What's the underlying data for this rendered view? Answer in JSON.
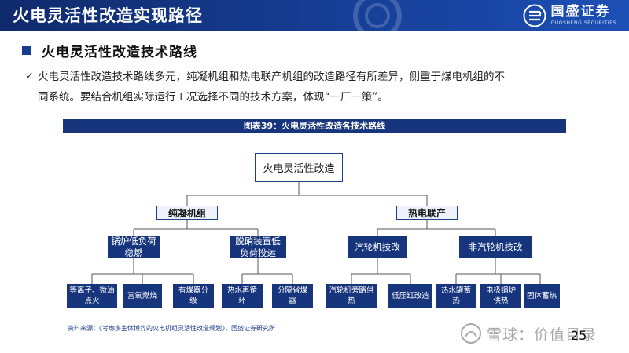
{
  "header": {
    "title": "火电灵活性改造实现路径",
    "logo_cn": "国盛证券",
    "logo_en": "GUOSHENG SECURITIES"
  },
  "section": {
    "title": "火电灵活性改造技术路线"
  },
  "bullet": {
    "line1": "火电灵活性改造技术路线多元，纯凝机组和热电联产机组的改造路径有所差异，侧重于煤电机组的不",
    "line2": "同系统。要结合机组实际运行工况选择不同的技术方案，体现“一厂一策”。"
  },
  "diagram": {
    "title": "图表39：火电灵活性改造各技术路线",
    "root": "火电灵活性改造",
    "branches": [
      {
        "label": "纯凝机组",
        "children": [
          {
            "label": "锅炉低负荷稳燃",
            "leaves": [
              "等离子、微油点火",
              "富氧燃烧",
              "有煤器分级"
            ]
          },
          {
            "label": "脱硝装置低负荷投运",
            "leaves": [
              "热水再循环",
              "分隔省煤器"
            ]
          }
        ]
      },
      {
        "label": "热电联产",
        "children": [
          {
            "label": "汽轮机技改",
            "leaves": [
              "汽轮机旁路供热",
              "低压缸改造"
            ]
          },
          {
            "label": "非汽轮机技改",
            "leaves": [
              "热水罐蓄热",
              "电极锅炉供热",
              "固体蓄热"
            ]
          }
        ]
      }
    ]
  },
  "source": "资料来源：《考虑多主体博弈的火电机组灵活性改造规划》，国盛证券研究所",
  "watermark": "雪球：价值目录",
  "page_number": "25"
}
